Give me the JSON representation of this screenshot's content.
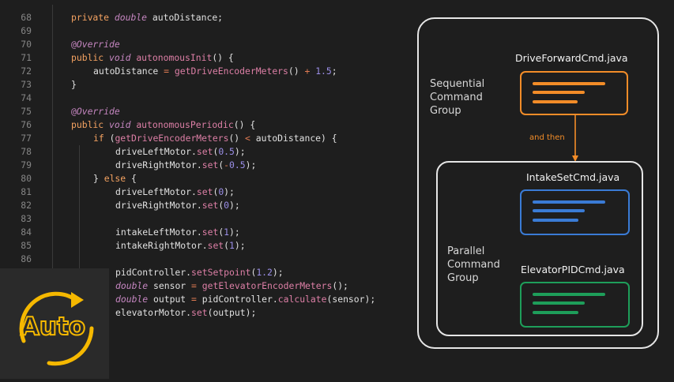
{
  "editor": {
    "lines": [
      {
        "n": "68",
        "indent": 0,
        "tokens": [
          [
            "kw",
            "private "
          ],
          [
            "ty",
            "double "
          ],
          [
            "tx",
            "autoDistance;"
          ]
        ]
      },
      {
        "n": "69",
        "indent": 0,
        "tokens": []
      },
      {
        "n": "70",
        "indent": 0,
        "tokens": [
          [
            "an",
            "@"
          ],
          [
            "ty",
            "Override"
          ]
        ]
      },
      {
        "n": "71",
        "indent": 0,
        "tokens": [
          [
            "kw",
            "public "
          ],
          [
            "ty",
            "void "
          ],
          [
            "fn",
            "autonomousInit"
          ],
          [
            "tx",
            "() {"
          ]
        ]
      },
      {
        "n": "72",
        "indent": 1,
        "tokens": [
          [
            "tx",
            "autoDistance "
          ],
          [
            "op",
            "= "
          ],
          [
            "fn",
            "getDriveEncoderMeters"
          ],
          [
            "tx",
            "() "
          ],
          [
            "op",
            "+ "
          ],
          [
            "nm",
            "1.5"
          ],
          [
            "tx",
            ";"
          ]
        ]
      },
      {
        "n": "73",
        "indent": 0,
        "tokens": [
          [
            "tx",
            "}"
          ]
        ]
      },
      {
        "n": "74",
        "indent": 0,
        "tokens": []
      },
      {
        "n": "75",
        "indent": 0,
        "tokens": [
          [
            "an",
            "@"
          ],
          [
            "ty",
            "Override"
          ]
        ]
      },
      {
        "n": "76",
        "indent": 0,
        "tokens": [
          [
            "kw",
            "public "
          ],
          [
            "ty",
            "void "
          ],
          [
            "fn",
            "autonomousPeriodic"
          ],
          [
            "tx",
            "() {"
          ]
        ]
      },
      {
        "n": "77",
        "indent": 1,
        "tokens": [
          [
            "kw",
            "if "
          ],
          [
            "tx",
            "("
          ],
          [
            "fn",
            "getDriveEncoderMeters"
          ],
          [
            "tx",
            "() "
          ],
          [
            "op",
            "< "
          ],
          [
            "tx",
            "autoDistance) {"
          ]
        ]
      },
      {
        "n": "78",
        "indent": 2,
        "tokens": [
          [
            "tx",
            "driveLeftMotor."
          ],
          [
            "fn",
            "set"
          ],
          [
            "tx",
            "("
          ],
          [
            "nm",
            "0.5"
          ],
          [
            "tx",
            ");"
          ]
        ]
      },
      {
        "n": "79",
        "indent": 2,
        "tokens": [
          [
            "tx",
            "driveRightMotor."
          ],
          [
            "fn",
            "set"
          ],
          [
            "tx",
            "("
          ],
          [
            "op",
            "-"
          ],
          [
            "nm",
            "0.5"
          ],
          [
            "tx",
            ");"
          ]
        ]
      },
      {
        "n": "80",
        "indent": 1,
        "tokens": [
          [
            "tx",
            "} "
          ],
          [
            "kw",
            "else "
          ],
          [
            "tx",
            "{"
          ]
        ]
      },
      {
        "n": "81",
        "indent": 2,
        "tokens": [
          [
            "tx",
            "driveLeftMotor."
          ],
          [
            "fn",
            "set"
          ],
          [
            "tx",
            "("
          ],
          [
            "nm",
            "0"
          ],
          [
            "tx",
            ");"
          ]
        ]
      },
      {
        "n": "82",
        "indent": 2,
        "tokens": [
          [
            "tx",
            "driveRightMotor."
          ],
          [
            "fn",
            "set"
          ],
          [
            "tx",
            "("
          ],
          [
            "nm",
            "0"
          ],
          [
            "tx",
            ");"
          ]
        ]
      },
      {
        "n": "83",
        "indent": 0,
        "tokens": []
      },
      {
        "n": "84",
        "indent": 2,
        "tokens": [
          [
            "tx",
            "intakeLeftMotor."
          ],
          [
            "fn",
            "set"
          ],
          [
            "tx",
            "("
          ],
          [
            "nm",
            "1"
          ],
          [
            "tx",
            ");"
          ]
        ]
      },
      {
        "n": "85",
        "indent": 2,
        "tokens": [
          [
            "tx",
            "intakeRightMotor."
          ],
          [
            "fn",
            "set"
          ],
          [
            "tx",
            "("
          ],
          [
            "nm",
            "1"
          ],
          [
            "tx",
            ");"
          ]
        ]
      },
      {
        "n": "86",
        "indent": 0,
        "tokens": []
      },
      {
        "n": "",
        "indent": 2,
        "tokens": [
          [
            "tx",
            "pidController."
          ],
          [
            "fn",
            "setSetpoint"
          ],
          [
            "tx",
            "("
          ],
          [
            "nm",
            "1.2"
          ],
          [
            "tx",
            ");"
          ]
        ]
      },
      {
        "n": "",
        "indent": 2,
        "tokens": [
          [
            "ty",
            "double "
          ],
          [
            "tx",
            "sensor "
          ],
          [
            "op",
            "= "
          ],
          [
            "fn",
            "getElevatorEncoderMeters"
          ],
          [
            "tx",
            "();"
          ]
        ]
      },
      {
        "n": "",
        "indent": 2,
        "tokens": [
          [
            "ty",
            "double "
          ],
          [
            "tx",
            "output "
          ],
          [
            "op",
            "= "
          ],
          [
            "tx",
            "pidController."
          ],
          [
            "fn",
            "calculate"
          ],
          [
            "tx",
            "(sensor);"
          ]
        ]
      },
      {
        "n": "",
        "indent": 2,
        "tokens": [
          [
            "tx",
            "elevatorMotor."
          ],
          [
            "fn",
            "set"
          ],
          [
            "tx",
            "(output);"
          ]
        ]
      }
    ]
  },
  "diagram": {
    "sequential_label": [
      "Sequential",
      "Command",
      "Group"
    ],
    "parallel_label": [
      "Parallel",
      "Command",
      "Group"
    ],
    "and_then": "and then",
    "files": {
      "drive": "DriveForwardCmd.java",
      "intake": "IntakeSetCmd.java",
      "elevator": "ElevatorPIDCmd.java"
    },
    "colors": {
      "drive": "#f28c28",
      "intake": "#3a7bd5",
      "elevator": "#1e9e5a"
    }
  },
  "logo": {
    "text": "Auto",
    "color": "#f5b800",
    "icon": "circular-arrow-icon"
  }
}
